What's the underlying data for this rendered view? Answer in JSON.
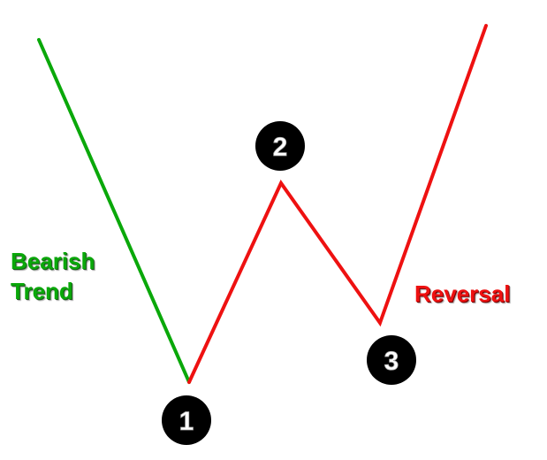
{
  "colors": {
    "bearish": "#0aa80a",
    "reversal": "#ee1111",
    "marker_fill": "#000000",
    "marker_text": "#ffffff"
  },
  "labels": {
    "bearish_line1": "Bearish",
    "bearish_line2": "Trend",
    "reversal": "Reversal"
  },
  "markers": [
    "1",
    "2",
    "3"
  ]
}
